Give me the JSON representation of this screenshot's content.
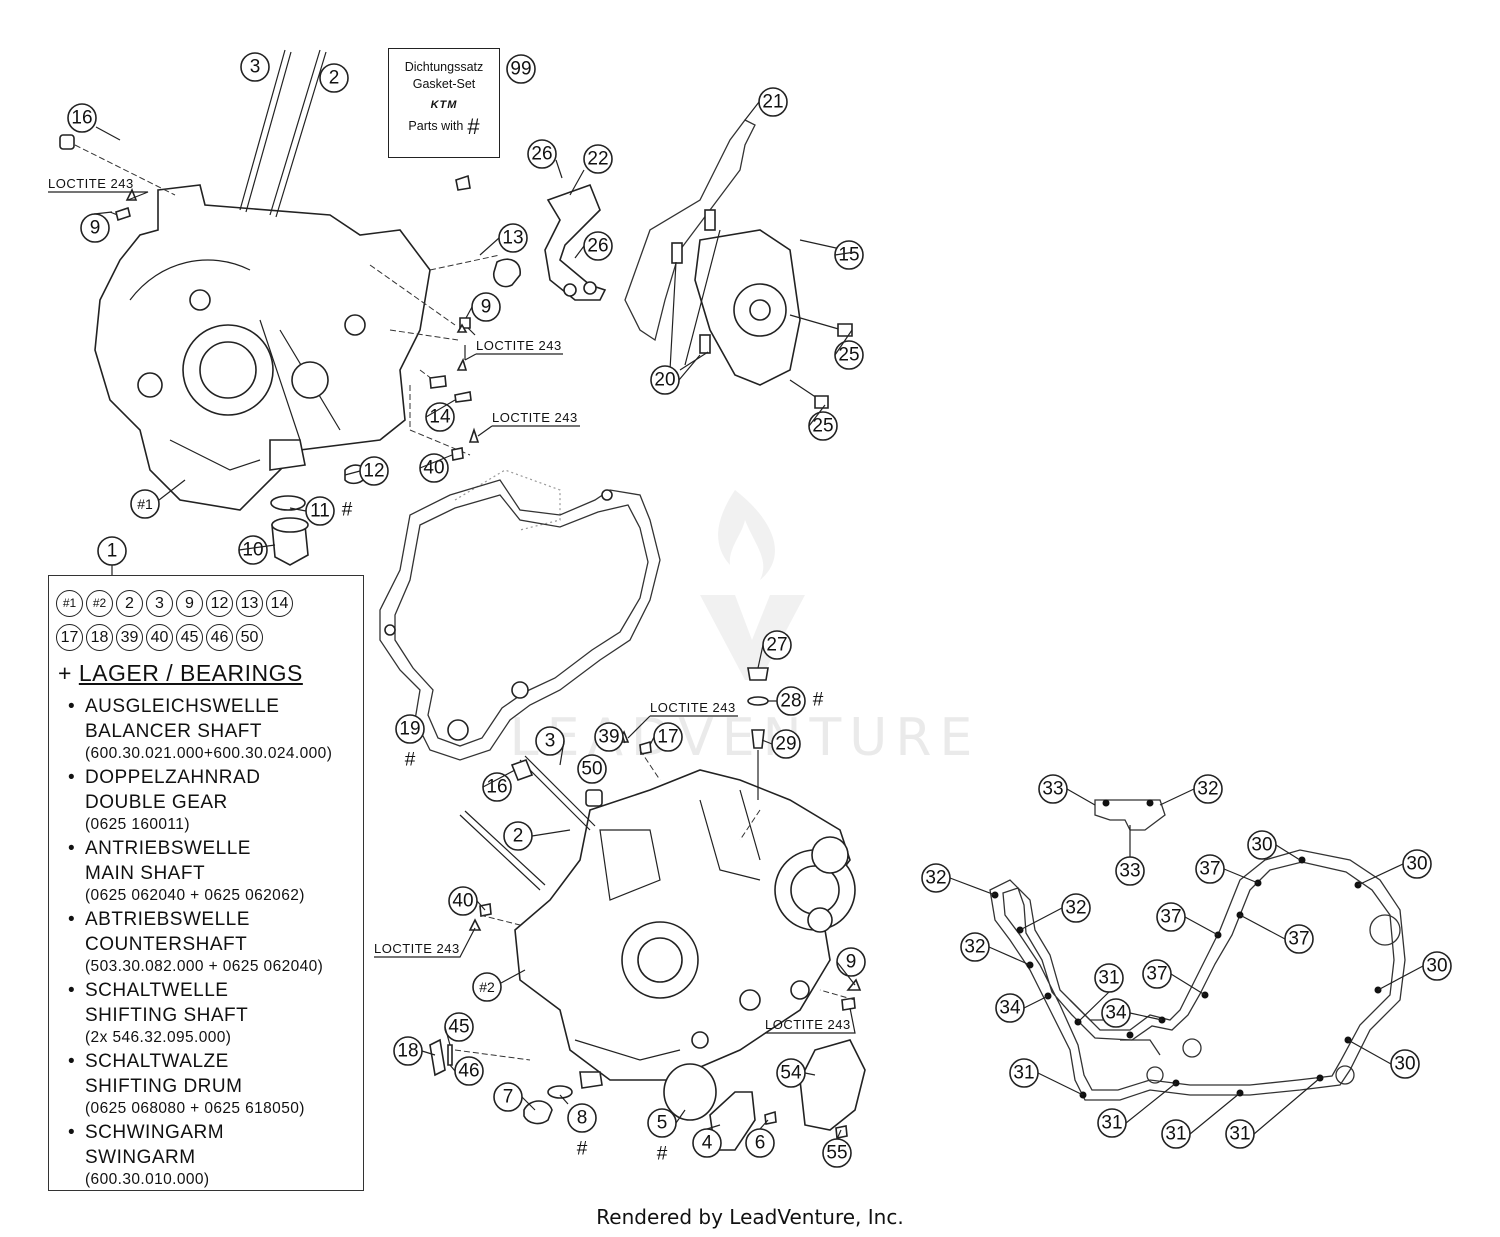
{
  "footer": "Rendered by LeadVenture, Inc.",
  "watermark": "LEADVENTURE",
  "gasket_set": {
    "line1": "Dichtungssatz",
    "line2": "Gasket-Set",
    "brand": "KTM",
    "line3": "Parts with",
    "symbol": "#",
    "callout": "99"
  },
  "loctite": "LOCTITE 243",
  "hash": "#",
  "legend": {
    "callout": "1",
    "row1": [
      "#1",
      "#2",
      "2",
      "3",
      "9",
      "12",
      "13",
      "14"
    ],
    "row2": [
      "17",
      "18",
      "39",
      "40",
      "45",
      "46",
      "50"
    ],
    "heading_plus": "+",
    "heading": "LAGER / BEARINGS",
    "bearings": [
      {
        "de": "AUSGLEICHSWELLE",
        "en": "BALANCER SHAFT",
        "pn": "(600.30.021.000+600.30.024.000)"
      },
      {
        "de": "DOPPELZAHNRAD",
        "en": "DOUBLE GEAR",
        "pn": "(0625 160011)"
      },
      {
        "de": "ANTRIEBSWELLE",
        "en": "MAIN SHAFT",
        "pn": "(0625 062040 + 0625 062062)"
      },
      {
        "de": "ABTRIEBSWELLE",
        "en": "COUNTERSHAFT",
        "pn": "(503.30.082.000 + 0625 062040)"
      },
      {
        "de": "SCHALTWELLE",
        "en": "SHIFTING SHAFT",
        "pn": "(2x 546.32.095.000)"
      },
      {
        "de": "SCHALTWALZE",
        "en": "SHIFTING DRUM",
        "pn": "(0625 068080 + 0625 618050)"
      },
      {
        "de": "SCHWINGARM",
        "en": "SWINGARM",
        "pn": "(600.30.010.000)"
      }
    ],
    "bullet": "•"
  },
  "callouts": {
    "c3a": "3",
    "c2a": "2",
    "c16a": "16",
    "c9a": "9",
    "c13": "13",
    "c9b": "9",
    "c14": "14",
    "c40a": "40",
    "c12": "12",
    "c11": "11",
    "c10": "10",
    "c1a": "#1",
    "c26a": "26",
    "c22": "22",
    "c26b": "26",
    "c21": "21",
    "c15": "15",
    "c25a": "25",
    "c25b": "25",
    "c20": "20",
    "c19": "19",
    "c27": "27",
    "c28": "28",
    "c29": "29",
    "c39": "39",
    "c17": "17",
    "c3b": "3",
    "c50": "50",
    "c16b": "16",
    "c2b": "2",
    "c40b": "40",
    "c2h": "#2",
    "c9c": "9",
    "c45": "45",
    "c18": "18",
    "c46": "46",
    "c7": "7",
    "c8": "8",
    "c5": "5",
    "c4": "4",
    "c6": "6",
    "c54": "54",
    "c55": "55",
    "g33a": "33",
    "g32a": "32",
    "g33b": "33",
    "g32b": "32",
    "g32c": "32",
    "g32d": "32",
    "g30a": "30",
    "g30b": "30",
    "g37a": "37",
    "g37b": "37",
    "g37c": "37",
    "g37d": "37",
    "g30c": "30",
    "g31a": "31",
    "g34a": "34",
    "g34b": "34",
    "g31b": "31",
    "g30d": "30",
    "g31c": "31",
    "g31d": "31",
    "g31e": "31"
  }
}
